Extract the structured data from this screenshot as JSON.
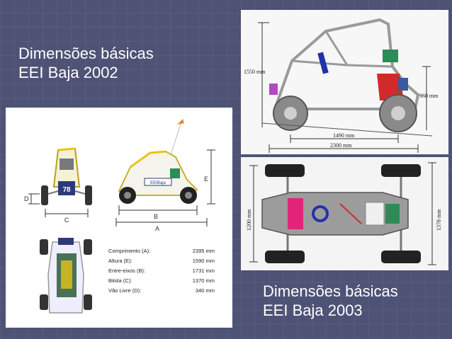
{
  "titles": {
    "baja_2002": [
      "Dimensões básicas",
      "EEI Baja 2002"
    ],
    "baja_2003": [
      "Dimensões básicas",
      "EEI Baja 2003"
    ]
  },
  "baja_2002_drawing": {
    "car_number": "78",
    "car_brand": "EEIBaja",
    "dim_labels": {
      "A": "A",
      "B": "B",
      "C": "C",
      "D": "D",
      "E": "E"
    },
    "specs": [
      {
        "label": "Comprimento (A):",
        "value": "2395 mm"
      },
      {
        "label": "Altura (E):",
        "value": "1590 mm"
      },
      {
        "label": "Entre-eixos (B):",
        "value": "1731 mm"
      },
      {
        "label": "Bitola (C):",
        "value": "1370 mm"
      },
      {
        "label": "Vão Livre (D):",
        "value": "340 mm"
      }
    ]
  },
  "baja_2003_side": {
    "height": "1550 mm",
    "rear_height": "960 mm",
    "wheelbase": "1490 mm",
    "length": "2300 mm"
  },
  "baja_2003_top": {
    "front_track": "1200 mm",
    "rear_track": "1378 mm"
  },
  "colors": {
    "slide_bg": "#4e5275",
    "title_text": "#ffffff",
    "frame_yellow": "#e6c619",
    "accent_red": "#d22a2a",
    "accent_green": "#2e8b57",
    "accent_magenta": "#e0257a",
    "steering_blue": "#2233aa"
  }
}
